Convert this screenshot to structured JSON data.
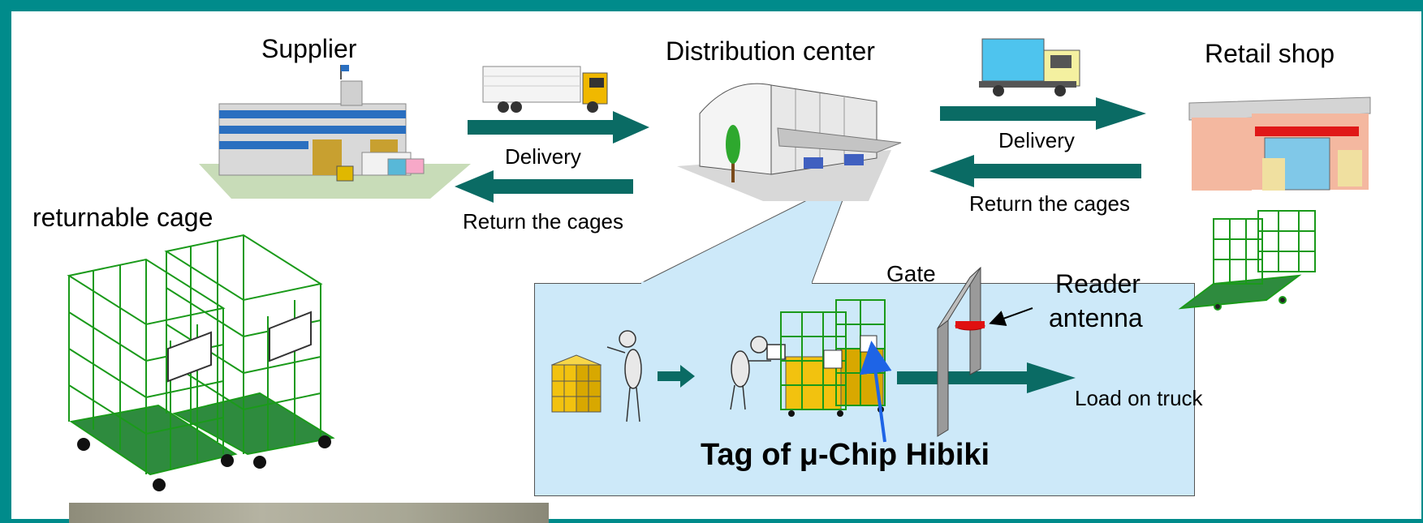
{
  "labels": {
    "supplier": "Supplier",
    "distribution_center": "Distribution center",
    "retail_shop": "Retail shop",
    "delivery_left": "Delivery",
    "return_left": "Return the cages",
    "delivery_right": "Delivery",
    "return_right": "Return the cages",
    "returnable_cage": "returnable cage",
    "gate": "Gate",
    "reader_antenna_line1": "Reader",
    "reader_antenna_line2": "antenna",
    "load_on_truck": "Load on truck",
    "tag": "Tag of μ-Chip Hibiki"
  },
  "colors": {
    "frame": "#008b8b",
    "arrow": "#0a6b64",
    "cage_green": "#1a9a1a",
    "cage_floor": "#2e8b3e",
    "panel_bg": "#cde9f9",
    "tag_arrow": "#1e64e6",
    "box_yellow": "#f2c20f",
    "antenna_red": "#e01010"
  },
  "icons": [
    "supplier-factory-icon",
    "semi-truck-icon",
    "warehouse-icon",
    "small-truck-icon",
    "shop-icon",
    "cage-icon",
    "worker-icon",
    "box-stack-icon",
    "gate-icon"
  ]
}
